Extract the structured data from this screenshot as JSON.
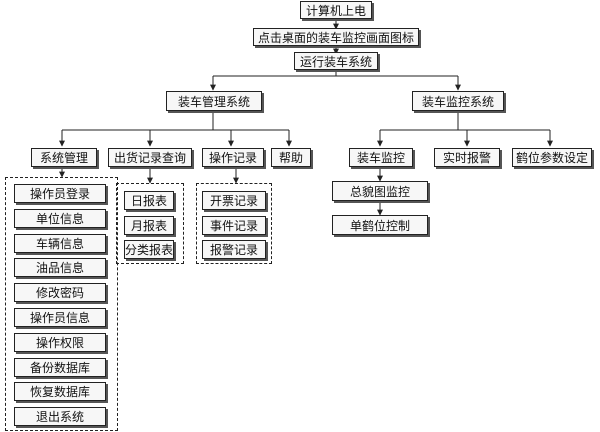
{
  "nodes": {
    "power_on": "计算机上电",
    "click_icon": "点击桌面的装车监控画面图标",
    "run_system": "运行装车系统",
    "mgmt_system": "装车管理系统",
    "monitor_system": "装车监控系统",
    "sys_mgmt": "系统管理",
    "shipment_query": "出货记录查询",
    "op_records": "操作记录",
    "help": "帮助",
    "loading_monitor": "装车监控",
    "realtime_alarm": "实时报警",
    "crane_params": "鹤位参数设定",
    "overview_monitor": "总貌图监控",
    "single_crane": "单鹤位控制"
  },
  "lists": {
    "sys_mgmt_items": [
      "操作员登录",
      "单位信息",
      "车辆信息",
      "油品信息",
      "修改密码",
      "操作员信息",
      "操作权限",
      "备份数据库",
      "恢复数据库",
      "退出系统"
    ],
    "shipment_items": [
      "日报表",
      "月报表",
      "分类报表"
    ],
    "op_items": [
      "开票记录",
      "事件记录",
      "报警记录"
    ]
  }
}
